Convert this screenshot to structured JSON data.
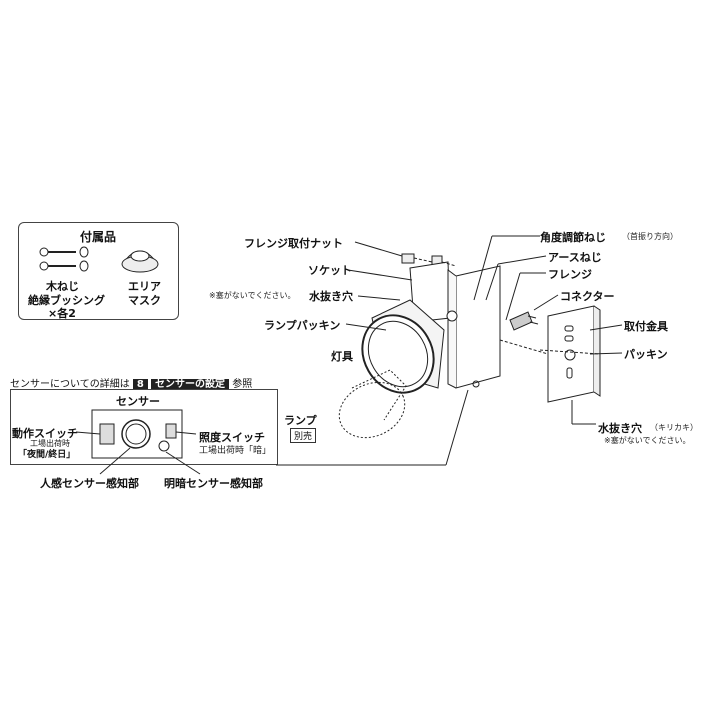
{
  "accessories": {
    "title": "付属品",
    "item1": "木ねじ",
    "item2": "絶縁ブッシング",
    "item3": "×各2",
    "mask_line1": "エリア",
    "mask_line2": "マスク"
  },
  "labels": {
    "flange_nut": "フレンジ取付ナット",
    "socket": "ソケット",
    "water_note": "※塞がないでください。",
    "water_hole": "水抜き穴",
    "lamp_packing": "ランプパッキン",
    "fixture": "灯具",
    "angle_screw": "角度調節ねじ",
    "angle_note": "（首振り方向）",
    "earth_screw": "アースねじ",
    "flange": "フレンジ",
    "connector": "コネクター",
    "mount": "取付金具",
    "packing": "パッキン",
    "lamp": "ランプ",
    "lamp_sold": "別売",
    "water_hole2": "水抜き穴",
    "water_hole2_sub": "（キリカキ）",
    "water_note2": "※塞がないでください。"
  },
  "sensor": {
    "detail_prefix": "センサーについての詳細は",
    "detail_num": "8",
    "detail_section": "センサーの設定",
    "detail_suffix": "参照",
    "title": "センサー",
    "op_switch": "動作スイッチ",
    "op_factory": "工場出荷時",
    "op_default": "「夜間/終日」",
    "lux_switch": "照度スイッチ",
    "lux_factory": "工場出荷時「暗」",
    "pir": "人感センサー感知部",
    "light_sensor": "明暗センサー感知部"
  }
}
